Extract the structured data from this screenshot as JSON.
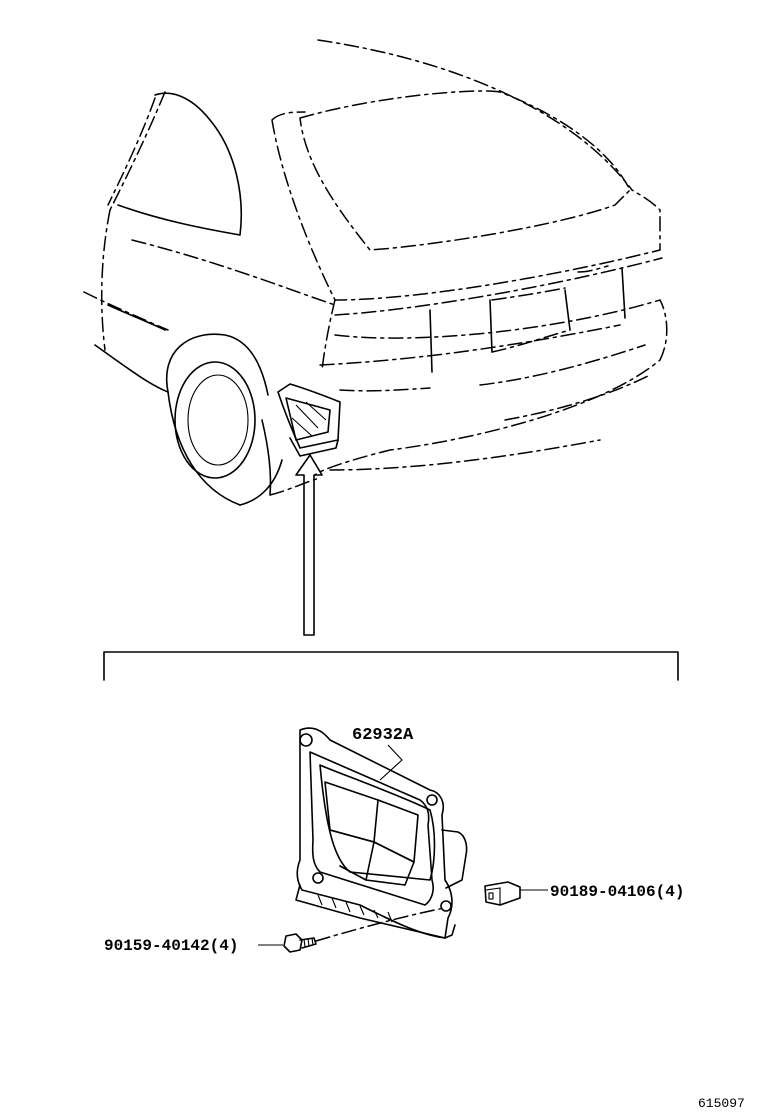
{
  "diagram": {
    "parts": [
      {
        "id": "part-62932a",
        "label": "62932A"
      },
      {
        "id": "part-90189",
        "label": "90189-04106(4)"
      },
      {
        "id": "part-90159",
        "label": "90159-40142(4)"
      }
    ],
    "figure_code": "615097"
  }
}
